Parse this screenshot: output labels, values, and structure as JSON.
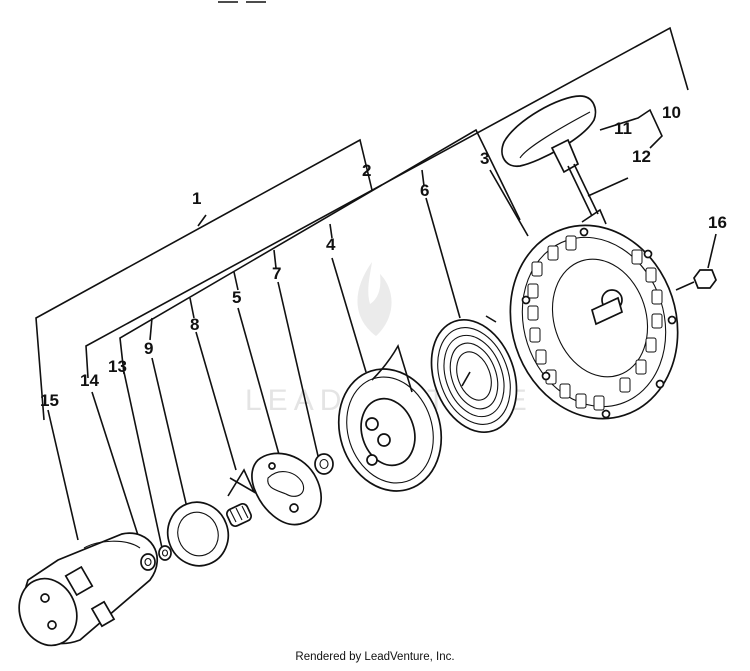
{
  "diagram": {
    "callouts": {
      "c1": "1",
      "c2": "2",
      "c3": "3",
      "c4": "4",
      "c5": "5",
      "c6": "6",
      "c7": "7",
      "c8": "8",
      "c9": "9",
      "c10": "10",
      "c11": "11",
      "c12": "12",
      "c13": "13",
      "c14": "14",
      "c15": "15",
      "c16": "16"
    },
    "watermark_text": "LEADVENTURE"
  },
  "footer": {
    "credit": "Rendered by LeadVenture, Inc."
  }
}
